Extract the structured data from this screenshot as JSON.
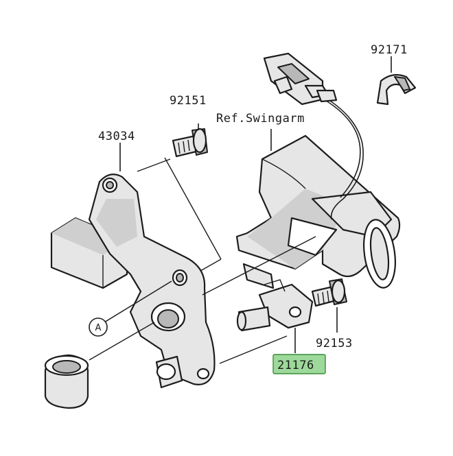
{
  "labels": {
    "sensor_part": "21176",
    "bolt_top": "92151",
    "bracket": "43034",
    "clip": "92171",
    "bolt_sensor": "92153",
    "ref_swingarm": "Ref.Swingarm",
    "marker_a": "A"
  },
  "colors": {
    "highlight_fill": "#9dd99a",
    "highlight_border": "#3d8a3a",
    "line": "#1c1c1c",
    "part_fill": "#e6e6e6",
    "background": "#ffffff"
  }
}
